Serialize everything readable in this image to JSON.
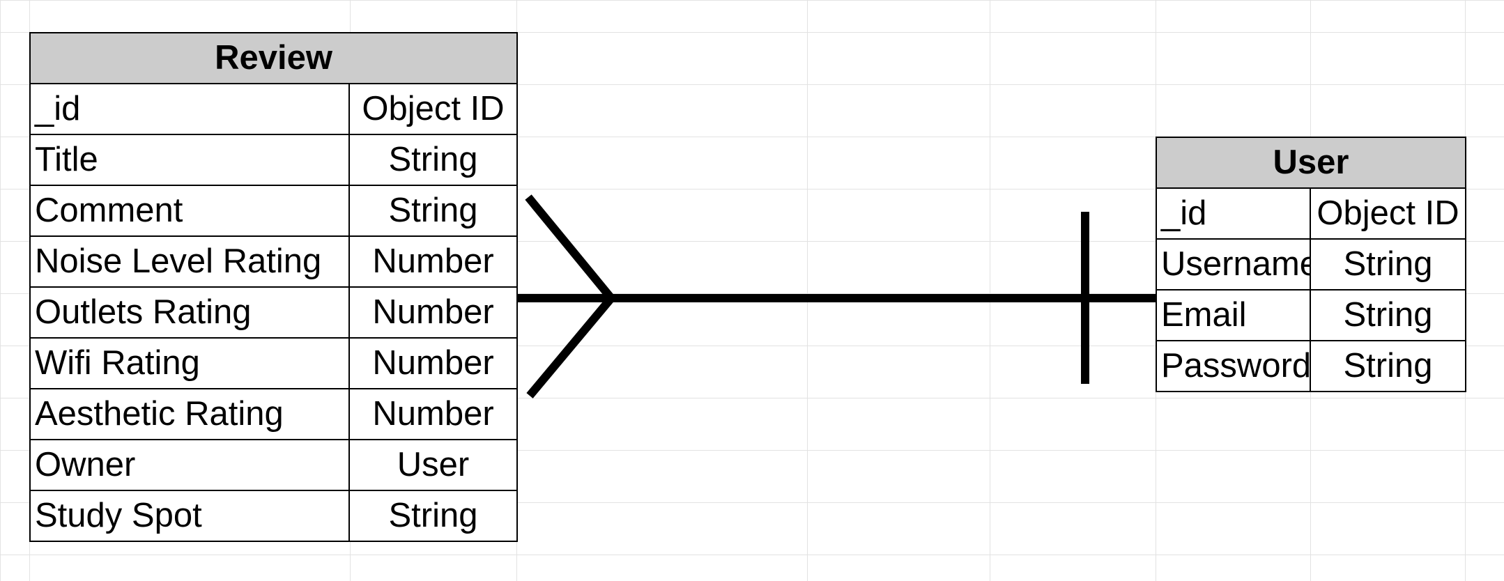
{
  "review": {
    "title": "Review",
    "fields": [
      {
        "name": "_id",
        "type": "Object ID"
      },
      {
        "name": "Title",
        "type": "String"
      },
      {
        "name": "Comment",
        "type": "String"
      },
      {
        "name": "Noise Level Rating",
        "type": "Number"
      },
      {
        "name": "Outlets Rating",
        "type": "Number"
      },
      {
        "name": "Wifi Rating",
        "type": "Number"
      },
      {
        "name": "Aesthetic Rating",
        "type": "Number"
      },
      {
        "name": "Owner",
        "type": "User"
      },
      {
        "name": "Study Spot",
        "type": "String"
      }
    ]
  },
  "user": {
    "title": "User",
    "fields": [
      {
        "name": "_id",
        "type": "Object ID"
      },
      {
        "name": "Username",
        "type": "String"
      },
      {
        "name": "Email",
        "type": "String"
      },
      {
        "name": "Password",
        "type": "String"
      }
    ]
  },
  "colors": {
    "header_fill": "#cccccc",
    "border": "#000000",
    "gridline": "#e2e2e2"
  }
}
